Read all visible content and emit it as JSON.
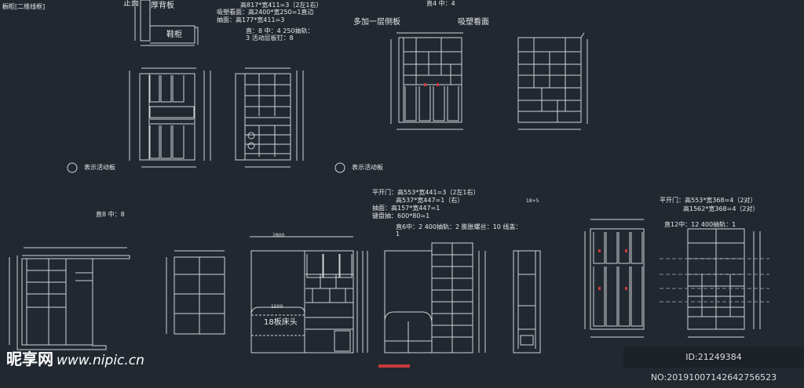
{
  "title": "橱柜[二维线框]",
  "labels": {
    "front": "正面",
    "back_panel": "厚背板",
    "shoe_cabinet": "鞋柜",
    "top_note_1": "高817*宽411=3（2左1右）",
    "top_note_2": "吸塑看面：高2400*宽250=1直边",
    "top_note_3": "抽面：高177*宽411=3",
    "top_note_4": "直：8 中：4 250抽轨：",
    "top_note_5": "3 活动层板钉：8",
    "mid_top_note": "直4 中：4",
    "extra_side_panel": "多加一层侧板",
    "blister_face": "吸塑看面",
    "movable_shelf_1": "表示活动板",
    "movable_shelf_2": "表示活动板",
    "left_bottom_note": "直8 中：8",
    "bed_head": "18板床头",
    "door_note_1": "平开门：高553*宽441=3（2左1右）",
    "door_note_2": "高537*宽447=1（右）",
    "drawer_note": "抽面：高157*宽447=1",
    "keyboard_note": "键盘抽：600*80=1",
    "hardware_note": "直6中：2 400抽轨：2 膨胀螺丝：10 线盖：",
    "hardware_note_2": "1",
    "small_note": "18+5",
    "right_door_1": "平开门：高553*宽368=4（2对）",
    "right_door_2": "高1562*宽368=4（2对）",
    "right_hardware": "直12中：12 400抽轨：1",
    "dim_2800": "2800",
    "dim_1500": "1500"
  },
  "watermark": {
    "logo": "昵享网",
    "url": "www.nipic.cn"
  },
  "id_badge": "ID:21249384 NO:20191007142642756523",
  "colors": {
    "background": "#212830",
    "line": "#d8dce0",
    "red": "#c83a3a"
  }
}
